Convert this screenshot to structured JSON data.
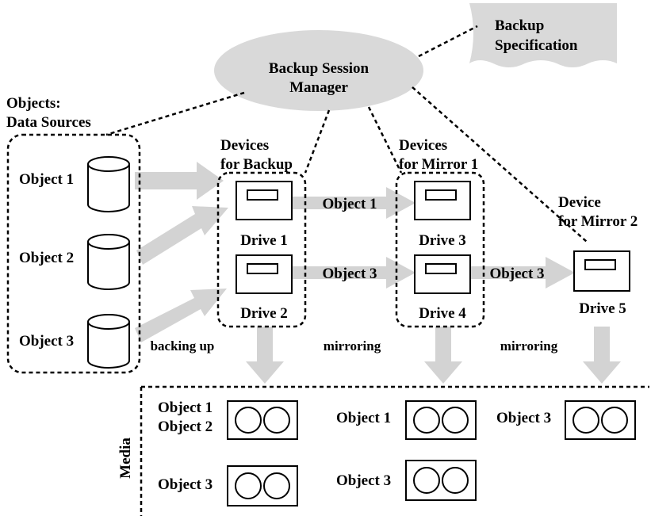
{
  "colors": {
    "arrow": "#d3d3d3",
    "bubble": "#d9d9d9",
    "ink": "#000000",
    "background": "#ffffff"
  },
  "spec": {
    "line1": "Backup",
    "line2": "Specification"
  },
  "manager": {
    "line1": "Backup Session",
    "line2": "Manager"
  },
  "sources": {
    "title1": "Objects:",
    "title2": "Data Sources",
    "objects": [
      "Object 1",
      "Object 2",
      "Object 3"
    ]
  },
  "groups": {
    "backup": {
      "line1": "Devices",
      "line2": "for Backup"
    },
    "mirror1": {
      "line1": "Devices",
      "line2": "for Mirror 1"
    },
    "mirror2": {
      "line1": "Device",
      "line2": "for Mirror 2"
    }
  },
  "drives": [
    "Drive 1",
    "Drive 2",
    "Drive 3",
    "Drive 4",
    "Drive 5"
  ],
  "flows": {
    "mirror_a": "Object 1",
    "mirror_b": "Object 3",
    "mirror_c": "Object 3"
  },
  "actions": {
    "backing_up": "backing up",
    "mirroring_1": "mirroring",
    "mirroring_2": "mirroring"
  },
  "media": {
    "label": "Media",
    "tapes": [
      {
        "line1": "Object 1",
        "line2": "Object 2"
      },
      {
        "line1": "Object 1"
      },
      {
        "line1": "Object 3"
      },
      {
        "line1": "Object 3"
      },
      {
        "line1": "Object 3"
      }
    ]
  }
}
